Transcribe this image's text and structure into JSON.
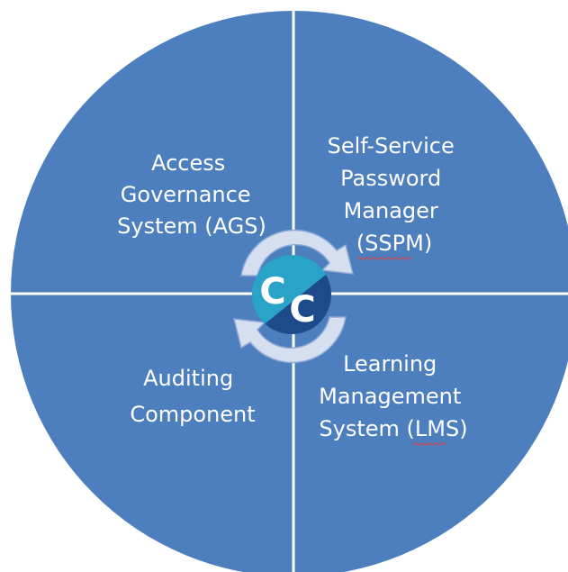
{
  "colors": {
    "quadrant_fill": "#4d7fbe",
    "divider": "#ffffff",
    "label_text": "#ffffff",
    "cycle_arrow_fill": "#d6dff0",
    "cycle_arrow_stroke": "#8ea9d6",
    "logo_light": "#2aa3c8",
    "logo_dark": "#1c4a8a",
    "logo_letters": "#ffffff",
    "spellcheck_underline": "#e04040"
  },
  "quadrants": {
    "top_left": {
      "lines": [
        "Access",
        "Governance",
        "System (AGS)"
      ]
    },
    "top_right": {
      "lines": [
        "Self-Service",
        "Password",
        "Manager",
        "(SSPM)"
      ]
    },
    "bottom_left": {
      "lines": [
        "Auditing",
        "Component"
      ]
    },
    "bottom_right": {
      "lines": [
        "Learning",
        "Management",
        "System (LMS)"
      ]
    }
  },
  "center": {
    "logo_letters": "CC",
    "logo_icon": "cc-logo-icon",
    "cycle_icon": "circular-arrows-icon"
  }
}
